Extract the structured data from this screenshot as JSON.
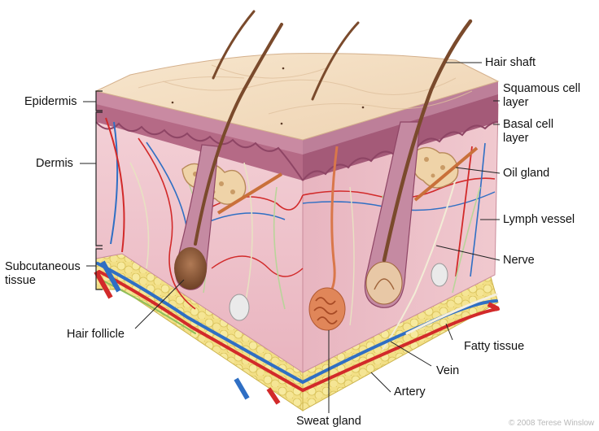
{
  "labels": {
    "epidermis": "Epidermis",
    "dermis": "Dermis",
    "subcutaneous_line1": "Subcutaneous",
    "subcutaneous_line2": "tissue",
    "hair_follicle": "Hair follicle",
    "hair_shaft": "Hair shaft",
    "squamous_line1": "Squamous cell",
    "squamous_line2": "layer",
    "basal_line1": "Basal cell",
    "basal_line2": "layer",
    "oil_gland": "Oil gland",
    "lymph_vessel": "Lymph vessel",
    "nerve": "Nerve",
    "fatty_tissue": "Fatty tissue",
    "vein": "Vein",
    "artery": "Artery",
    "sweat_gland": "Sweat gland"
  },
  "credit": "© 2008 Terese Winslow",
  "colors": {
    "skin_surface": "#f3dcc0",
    "epidermis": "#b86a86",
    "dermis": "#f0c6cc",
    "dermis_side": "#e4a9b6",
    "fat": "#f2de7a",
    "artery": "#d22a2a",
    "vein": "#2f6fc4",
    "hair": "#7a4a2c",
    "sweat_gland": "#d9774a",
    "nerve": "#f4ecd0",
    "lymph": "#b9d49a"
  }
}
